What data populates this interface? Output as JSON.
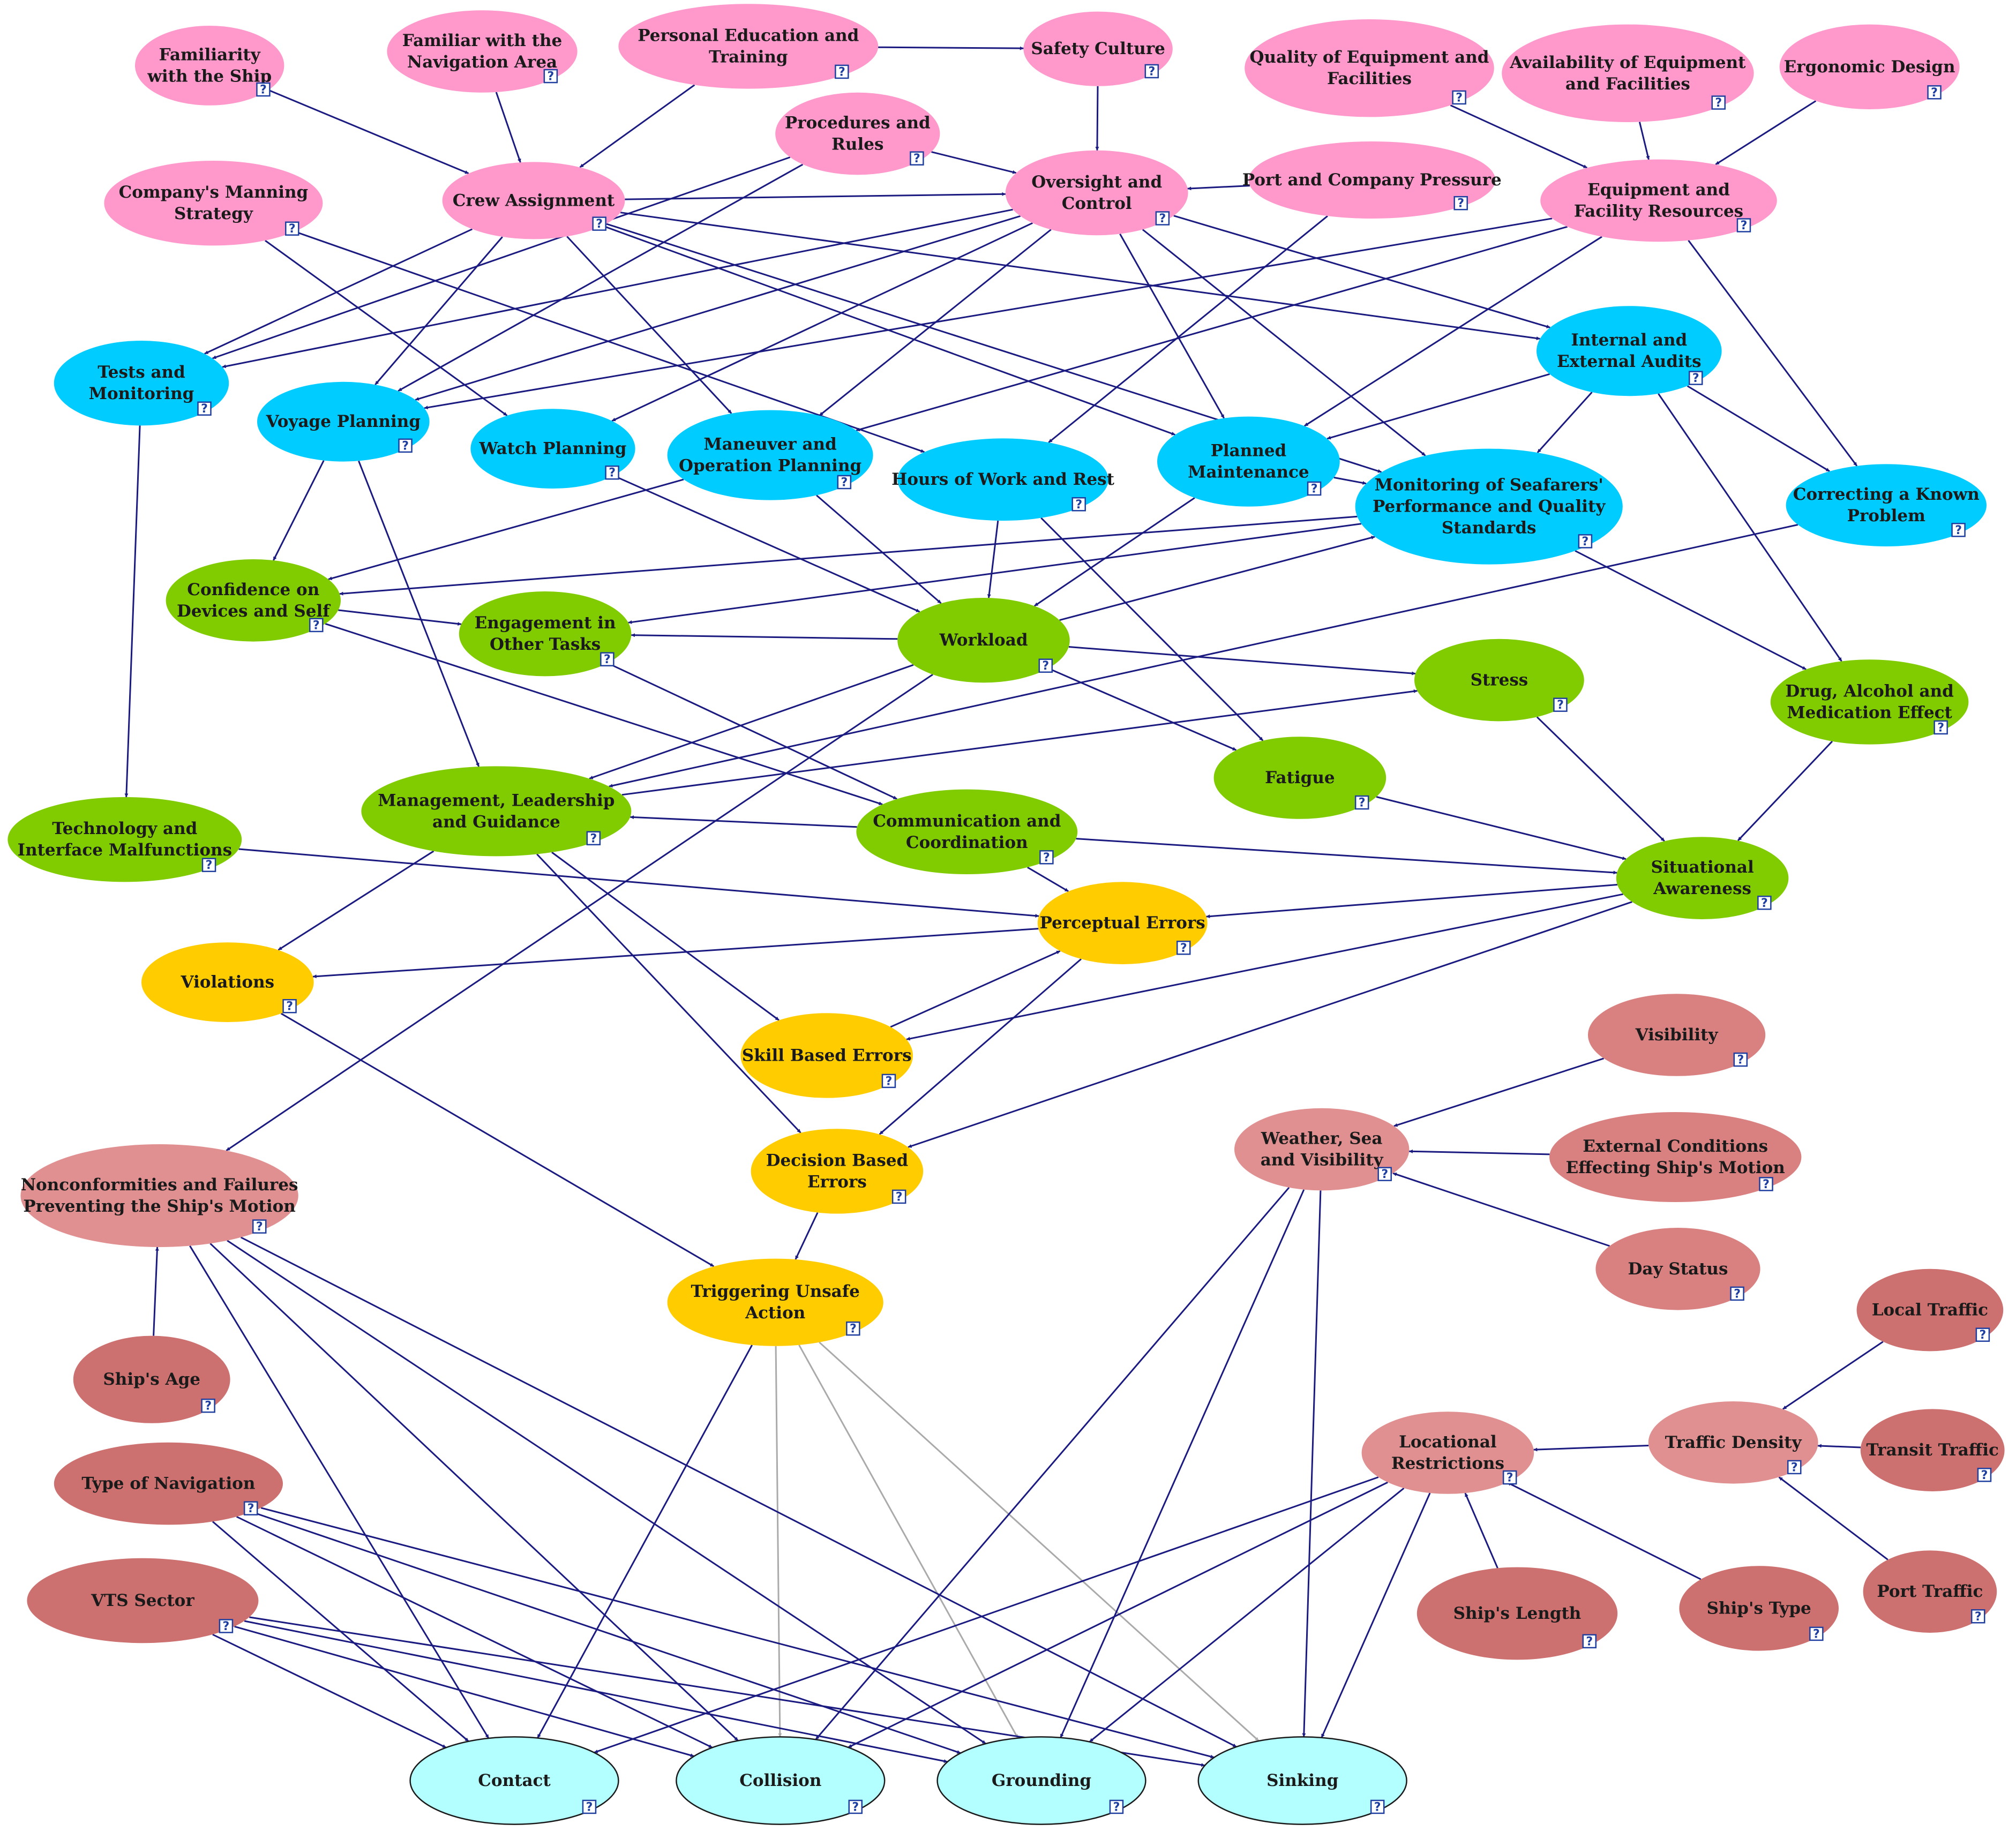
{
  "colors": {
    "pink": "#ff99cc",
    "blue": "#00ccff",
    "green": "#80cc00",
    "yellow": "#ffcc00",
    "rose": "#d98080",
    "rose_dark": "#cc7070",
    "rose_light": "#e09090",
    "cyan": "#b3ffff",
    "edge": "#1a1a80",
    "edge_grey": "#aaaaaa",
    "help_icon": "#1f3fa0"
  },
  "help_icon": {
    "name": "help-icon",
    "glyph": "?"
  },
  "nodes": [
    {
      "id": "familiarity_ship",
      "lines": [
        "Familiarity",
        "with the Ship"
      ],
      "color": "pink"
    },
    {
      "id": "familiar_nav_area",
      "lines": [
        "Familiar with the",
        "Navigation Area"
      ],
      "color": "pink"
    },
    {
      "id": "personal_education",
      "lines": [
        "Personal Education and",
        "Training"
      ],
      "color": "pink"
    },
    {
      "id": "safety_culture",
      "lines": [
        "Safety Culture"
      ],
      "color": "pink"
    },
    {
      "id": "quality_equipment",
      "lines": [
        "Quality of Equipment and",
        "Facilities"
      ],
      "color": "pink"
    },
    {
      "id": "availability_equipment",
      "lines": [
        "Availability of Equipment",
        "and Facilities"
      ],
      "color": "pink"
    },
    {
      "id": "ergonomic_design",
      "lines": [
        "Ergonomic Design"
      ],
      "color": "pink"
    },
    {
      "id": "procedures_rules",
      "lines": [
        "Procedures and",
        "Rules"
      ],
      "color": "pink"
    },
    {
      "id": "company_manning",
      "lines": [
        "Company's Manning",
        "Strategy"
      ],
      "color": "pink"
    },
    {
      "id": "crew_assignment",
      "lines": [
        "Crew Assignment"
      ],
      "color": "pink"
    },
    {
      "id": "oversight_control",
      "lines": [
        "Oversight and",
        "Control"
      ],
      "color": "pink"
    },
    {
      "id": "port_company_pressure",
      "lines": [
        "Port and Company Pressure"
      ],
      "color": "pink"
    },
    {
      "id": "equipment_facility_resources",
      "lines": [
        "Equipment and",
        "Facility Resources"
      ],
      "color": "pink"
    },
    {
      "id": "tests_monitoring",
      "lines": [
        "Tests and",
        "Monitoring"
      ],
      "color": "blue"
    },
    {
      "id": "voyage_planning",
      "lines": [
        "Voyage Planning"
      ],
      "color": "blue"
    },
    {
      "id": "watch_planning",
      "lines": [
        "Watch Planning"
      ],
      "color": "blue"
    },
    {
      "id": "maneuver_planning",
      "lines": [
        "Maneuver and",
        "Operation Planning"
      ],
      "color": "blue"
    },
    {
      "id": "hours_work_rest",
      "lines": [
        "Hours of Work and Rest"
      ],
      "color": "blue"
    },
    {
      "id": "planned_maintenance",
      "lines": [
        "Planned",
        "Maintenance"
      ],
      "color": "blue"
    },
    {
      "id": "monitoring_seafarers",
      "lines": [
        "Monitoring of Seafarers'",
        "Performance and Quality",
        "Standards"
      ],
      "color": "blue"
    },
    {
      "id": "internal_external_audits",
      "lines": [
        "Internal and",
        "External Audits"
      ],
      "color": "blue"
    },
    {
      "id": "correcting_problem",
      "lines": [
        "Correcting a Known",
        "Problem"
      ],
      "color": "blue"
    },
    {
      "id": "confidence_devices",
      "lines": [
        "Confidence on",
        "Devices and Self"
      ],
      "color": "green"
    },
    {
      "id": "engagement_tasks",
      "lines": [
        "Engagement in",
        "Other Tasks"
      ],
      "color": "green"
    },
    {
      "id": "workload",
      "lines": [
        "Workload"
      ],
      "color": "green"
    },
    {
      "id": "stress",
      "lines": [
        "Stress"
      ],
      "color": "green"
    },
    {
      "id": "drug_alcohol",
      "lines": [
        "Drug, Alcohol and",
        "Medication Effect"
      ],
      "color": "green"
    },
    {
      "id": "fatigue",
      "lines": [
        "Fatigue"
      ],
      "color": "green"
    },
    {
      "id": "management_leadership",
      "lines": [
        "Management, Leadership",
        "and Guidance"
      ],
      "color": "green"
    },
    {
      "id": "communication_coordination",
      "lines": [
        "Communication and",
        "Coordination"
      ],
      "color": "green"
    },
    {
      "id": "technology_malfunctions",
      "lines": [
        "Technology and",
        "Interface Malfunctions"
      ],
      "color": "green"
    },
    {
      "id": "situational_awareness",
      "lines": [
        "Situational",
        "Awareness"
      ],
      "color": "green"
    },
    {
      "id": "perceptual_errors",
      "lines": [
        "Perceptual Errors"
      ],
      "color": "yellow"
    },
    {
      "id": "violations",
      "lines": [
        "Violations"
      ],
      "color": "yellow"
    },
    {
      "id": "skill_errors",
      "lines": [
        "Skill Based Errors"
      ],
      "color": "yellow"
    },
    {
      "id": "decision_errors",
      "lines": [
        "Decision Based",
        "Errors"
      ],
      "color": "yellow"
    },
    {
      "id": "triggering_unsafe",
      "lines": [
        "Triggering Unsafe",
        "Action"
      ],
      "color": "yellow"
    },
    {
      "id": "visibility",
      "lines": [
        "Visibility"
      ],
      "color": "rose"
    },
    {
      "id": "weather_sea",
      "lines": [
        "Weather, Sea",
        "and Visibility"
      ],
      "color": "rose_light"
    },
    {
      "id": "external_conditions",
      "lines": [
        "External Conditions",
        "Effecting Ship's Motion"
      ],
      "color": "rose"
    },
    {
      "id": "day_status",
      "lines": [
        "Day Status"
      ],
      "color": "rose"
    },
    {
      "id": "nonconformities",
      "lines": [
        "Nonconformities and Failures",
        "Preventing the Ship's Motion"
      ],
      "color": "rose_light"
    },
    {
      "id": "ships_age",
      "lines": [
        "Ship's Age"
      ],
      "color": "rose_dark"
    },
    {
      "id": "type_navigation",
      "lines": [
        "Type of Navigation"
      ],
      "color": "rose_dark"
    },
    {
      "id": "vts_sector",
      "lines": [
        "VTS Sector"
      ],
      "color": "rose_dark"
    },
    {
      "id": "local_traffic",
      "lines": [
        "Local Traffic"
      ],
      "color": "rose_dark"
    },
    {
      "id": "traffic_density",
      "lines": [
        "Traffic Density"
      ],
      "color": "rose_light"
    },
    {
      "id": "transit_traffic",
      "lines": [
        "Transit Traffic"
      ],
      "color": "rose_dark"
    },
    {
      "id": "locational_restrictions",
      "lines": [
        "Locational",
        "Restrictions"
      ],
      "color": "rose_light"
    },
    {
      "id": "ships_length",
      "lines": [
        "Ship's Length"
      ],
      "color": "rose_dark"
    },
    {
      "id": "ships_type",
      "lines": [
        "Ship's Type"
      ],
      "color": "rose_dark"
    },
    {
      "id": "port_traffic",
      "lines": [
        "Port Traffic"
      ],
      "color": "rose_dark"
    },
    {
      "id": "contact",
      "lines": [
        "Contact"
      ],
      "color": "cyan"
    },
    {
      "id": "collision",
      "lines": [
        "Collision"
      ],
      "color": "cyan"
    },
    {
      "id": "grounding",
      "lines": [
        "Grounding"
      ],
      "color": "cyan"
    },
    {
      "id": "sinking",
      "lines": [
        "Sinking"
      ],
      "color": "cyan"
    }
  ],
  "edges": [
    {
      "from": "familiarity_ship",
      "to": "crew_assignment"
    },
    {
      "from": "familiar_nav_area",
      "to": "crew_assignment"
    },
    {
      "from": "personal_education",
      "to": "crew_assignment"
    },
    {
      "from": "personal_education",
      "to": "safety_culture"
    },
    {
      "from": "safety_culture",
      "to": "oversight_control"
    },
    {
      "from": "procedures_rules",
      "to": "oversight_control"
    },
    {
      "from": "procedures_rules",
      "to": "tests_monitoring"
    },
    {
      "from": "procedures_rules",
      "to": "voyage_planning"
    },
    {
      "from": "port_company_pressure",
      "to": "oversight_control"
    },
    {
      "from": "port_company_pressure",
      "to": "hours_work_rest"
    },
    {
      "from": "quality_equipment",
      "to": "equipment_facility_resources"
    },
    {
      "from": "availability_equipment",
      "to": "equipment_facility_resources"
    },
    {
      "from": "ergonomic_design",
      "to": "equipment_facility_resources"
    },
    {
      "from": "company_manning",
      "to": "watch_planning"
    },
    {
      "from": "company_manning",
      "to": "hours_work_rest"
    },
    {
      "from": "crew_assignment",
      "to": "oversight_control"
    },
    {
      "from": "crew_assignment",
      "to": "tests_monitoring"
    },
    {
      "from": "crew_assignment",
      "to": "voyage_planning"
    },
    {
      "from": "crew_assignment",
      "to": "maneuver_planning"
    },
    {
      "from": "crew_assignment",
      "to": "planned_maintenance"
    },
    {
      "from": "crew_assignment",
      "to": "monitoring_seafarers"
    },
    {
      "from": "crew_assignment",
      "to": "internal_external_audits"
    },
    {
      "from": "oversight_control",
      "to": "tests_monitoring"
    },
    {
      "from": "oversight_control",
      "to": "voyage_planning"
    },
    {
      "from": "oversight_control",
      "to": "watch_planning"
    },
    {
      "from": "oversight_control",
      "to": "maneuver_planning"
    },
    {
      "from": "oversight_control",
      "to": "planned_maintenance"
    },
    {
      "from": "oversight_control",
      "to": "monitoring_seafarers"
    },
    {
      "from": "oversight_control",
      "to": "internal_external_audits"
    },
    {
      "from": "equipment_facility_resources",
      "to": "voyage_planning"
    },
    {
      "from": "equipment_facility_resources",
      "to": "maneuver_planning"
    },
    {
      "from": "equipment_facility_resources",
      "to": "planned_maintenance"
    },
    {
      "from": "equipment_facility_resources",
      "to": "correcting_problem"
    },
    {
      "from": "internal_external_audits",
      "to": "planned_maintenance"
    },
    {
      "from": "internal_external_audits",
      "to": "monitoring_seafarers"
    },
    {
      "from": "internal_external_audits",
      "to": "correcting_problem"
    },
    {
      "from": "internal_external_audits",
      "to": "drug_alcohol"
    },
    {
      "from": "planned_maintenance",
      "to": "monitoring_seafarers"
    },
    {
      "from": "planned_maintenance",
      "to": "workload"
    },
    {
      "from": "tests_monitoring",
      "to": "technology_malfunctions"
    },
    {
      "from": "voyage_planning",
      "to": "confidence_devices"
    },
    {
      "from": "voyage_planning",
      "to": "management_leadership"
    },
    {
      "from": "watch_planning",
      "to": "workload"
    },
    {
      "from": "maneuver_planning",
      "to": "confidence_devices"
    },
    {
      "from": "maneuver_planning",
      "to": "workload"
    },
    {
      "from": "hours_work_rest",
      "to": "workload"
    },
    {
      "from": "hours_work_rest",
      "to": "fatigue"
    },
    {
      "from": "monitoring_seafarers",
      "to": "confidence_devices"
    },
    {
      "from": "monitoring_seafarers",
      "to": "engagement_tasks"
    },
    {
      "from": "monitoring_seafarers",
      "to": "drug_alcohol"
    },
    {
      "from": "correcting_problem",
      "to": "management_leadership"
    },
    {
      "from": "confidence_devices",
      "to": "engagement_tasks"
    },
    {
      "from": "confidence_devices",
      "to": "communication_coordination"
    },
    {
      "from": "engagement_tasks",
      "to": "communication_coordination"
    },
    {
      "from": "workload",
      "to": "engagement_tasks"
    },
    {
      "from": "workload",
      "to": "stress"
    },
    {
      "from": "workload",
      "to": "fatigue"
    },
    {
      "from": "workload",
      "to": "management_leadership"
    },
    {
      "from": "workload",
      "to": "monitoring_seafarers"
    },
    {
      "from": "workload",
      "to": "nonconformities"
    },
    {
      "from": "management_leadership",
      "to": "stress"
    },
    {
      "from": "management_leadership",
      "to": "violations"
    },
    {
      "from": "management_leadership",
      "to": "skill_errors"
    },
    {
      "from": "management_leadership",
      "to": "decision_errors"
    },
    {
      "from": "communication_coordination",
      "to": "management_leadership"
    },
    {
      "from": "communication_coordination",
      "to": "situational_awareness"
    },
    {
      "from": "communication_coordination",
      "to": "perceptual_errors"
    },
    {
      "from": "stress",
      "to": "situational_awareness"
    },
    {
      "from": "drug_alcohol",
      "to": "situational_awareness"
    },
    {
      "from": "fatigue",
      "to": "situational_awareness"
    },
    {
      "from": "technology_malfunctions",
      "to": "perceptual_errors"
    },
    {
      "from": "situational_awareness",
      "to": "perceptual_errors"
    },
    {
      "from": "situational_awareness",
      "to": "skill_errors"
    },
    {
      "from": "situational_awareness",
      "to": "decision_errors"
    },
    {
      "from": "perceptual_errors",
      "to": "violations"
    },
    {
      "from": "perceptual_errors",
      "to": "decision_errors"
    },
    {
      "from": "skill_errors",
      "to": "perceptual_errors"
    },
    {
      "from": "violations",
      "to": "triggering_unsafe"
    },
    {
      "from": "decision_errors",
      "to": "triggering_unsafe"
    },
    {
      "from": "triggering_unsafe",
      "to": "contact"
    },
    {
      "from": "triggering_unsafe",
      "to": "collision",
      "grey": true
    },
    {
      "from": "triggering_unsafe",
      "to": "grounding",
      "grey": true
    },
    {
      "from": "triggering_unsafe",
      "to": "sinking",
      "grey": true
    },
    {
      "from": "visibility",
      "to": "weather_sea"
    },
    {
      "from": "external_conditions",
      "to": "weather_sea"
    },
    {
      "from": "day_status",
      "to": "weather_sea"
    },
    {
      "from": "weather_sea",
      "to": "collision"
    },
    {
      "from": "weather_sea",
      "to": "grounding"
    },
    {
      "from": "weather_sea",
      "to": "sinking"
    },
    {
      "from": "ships_age",
      "to": "nonconformities"
    },
    {
      "from": "nonconformities",
      "to": "contact"
    },
    {
      "from": "nonconformities",
      "to": "collision"
    },
    {
      "from": "nonconformities",
      "to": "grounding"
    },
    {
      "from": "nonconformities",
      "to": "sinking"
    },
    {
      "from": "type_navigation",
      "to": "contact"
    },
    {
      "from": "type_navigation",
      "to": "collision"
    },
    {
      "from": "type_navigation",
      "to": "grounding"
    },
    {
      "from": "type_navigation",
      "to": "sinking"
    },
    {
      "from": "vts_sector",
      "to": "contact"
    },
    {
      "from": "vts_sector",
      "to": "collision"
    },
    {
      "from": "vts_sector",
      "to": "grounding"
    },
    {
      "from": "vts_sector",
      "to": "sinking"
    },
    {
      "from": "local_traffic",
      "to": "traffic_density"
    },
    {
      "from": "transit_traffic",
      "to": "traffic_density"
    },
    {
      "from": "port_traffic",
      "to": "traffic_density"
    },
    {
      "from": "traffic_density",
      "to": "locational_restrictions"
    },
    {
      "from": "ships_length",
      "to": "locational_restrictions"
    },
    {
      "from": "ships_type",
      "to": "locational_restrictions"
    },
    {
      "from": "locational_restrictions",
      "to": "contact"
    },
    {
      "from": "locational_restrictions",
      "to": "collision"
    },
    {
      "from": "locational_restrictions",
      "to": "grounding"
    },
    {
      "from": "locational_restrictions",
      "to": "sinking"
    }
  ]
}
